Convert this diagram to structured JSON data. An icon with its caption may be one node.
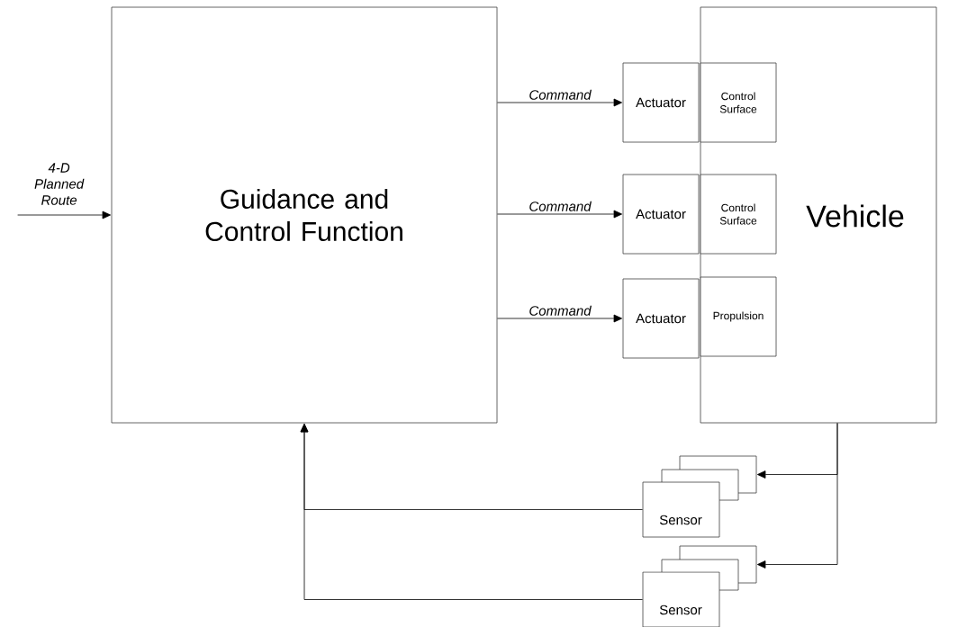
{
  "diagram": {
    "nodes": [
      {
        "text": [
          "Guidance and Control Function"
        ]
      },
      {
        "text": [
          "Vehicle"
        ]
      },
      {
        "text": [
          "Actuator"
        ]
      },
      {
        "text": [
          "Control Surface"
        ],
        "in": 1
      },
      {
        "text": [
          "Actuator"
        ]
      },
      {
        "text": [
          "Control Surface"
        ],
        "in": 1
      },
      {
        "text": [
          "Actuator"
        ]
      },
      {
        "text": [
          "Propulsion"
        ],
        "in": 1
      },
      {
        "text": [],
        "shape": "box"
      },
      {
        "text": [],
        "shape": "box"
      },
      {
        "text": [
          "Sensor"
        ]
      },
      {
        "text": [],
        "shape": "box"
      },
      {
        "text": [],
        "shape": "box"
      },
      {
        "text": [
          "Sensor"
        ]
      }
    ],
    "edges": [
      {
        "from": null,
        "to": 0,
        "arrow": "to",
        "label": "4-D Planned Route"
      },
      {
        "from": 0,
        "to": 2,
        "arrow": "to",
        "label": "Command"
      },
      {
        "from": 0,
        "to": 4,
        "arrow": "to",
        "label": "Command"
      },
      {
        "from": 0,
        "to": 6,
        "arrow": "to",
        "label": "Command"
      },
      {
        "from": 1,
        "to": 8,
        "arrow": "to"
      },
      {
        "from": 1,
        "to": 11,
        "arrow": "to"
      },
      {
        "from": 10,
        "to": 0,
        "arrow": "to"
      },
      {
        "from": 13,
        "to": 0,
        "arrow": "to"
      }
    ]
  }
}
